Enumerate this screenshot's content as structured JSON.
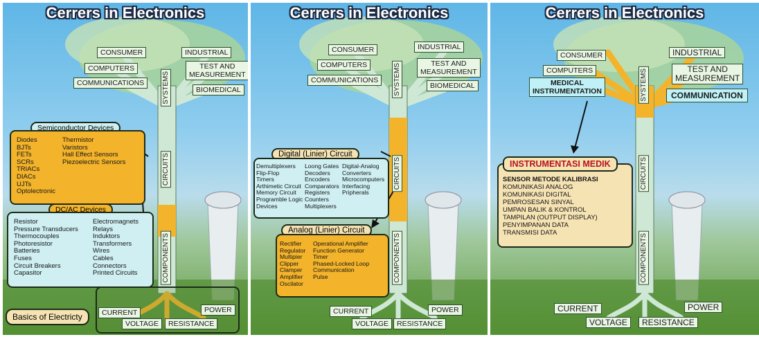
{
  "panels": [
    {
      "title": "Cerrers in Electronics",
      "tree": {
        "consumer": "CONSUMER",
        "computers": "COMPUTERS",
        "communications": "COMMUNICATIONS",
        "industrial": "INDUSTRIAL",
        "test_measurement_1": "TEST AND",
        "test_measurement_2": "MEASUREMENT",
        "biomedical": "BIOMEDICAL",
        "systems": "SYSTEMS",
        "circuits": "CIRCUITS",
        "components": "COMPONENTS",
        "current": "CURRENT",
        "power": "POWER",
        "voltage": "VOLTAGE",
        "resistance": "RESISTANCE"
      },
      "semiconductor": {
        "header": "Semiconductor Devices",
        "col1": [
          "Diodes",
          "BJTs",
          "FETs",
          "SCRs",
          "TRIACs",
          "DIACs",
          "UJTs",
          "Optolectronic"
        ],
        "col2": [
          "Thermistor",
          "Varistors",
          "Hall Effect Sensors",
          "Piezoelectric Sensors"
        ]
      },
      "dcac": {
        "header": "DC/AC Devices",
        "col1": [
          "Resistor",
          "Pressure Transducers",
          "Thermocouples",
          "Photoresistor",
          "Batteries",
          "Fuses",
          "Circuit Breakers",
          "Capasitor"
        ],
        "col2": [
          "Electromagnets",
          "Relays",
          "Induktors",
          "Transformers",
          "Wires",
          "Cables",
          "Connectors",
          "Printed Circuits"
        ]
      },
      "basics": "Basics of Electricty"
    },
    {
      "title": "Cerrers in Electronics",
      "tree": {
        "consumer": "CONSUMER",
        "computers": "COMPUTERS",
        "communications": "COMMUNICATIONS",
        "industrial": "INDUSTRIAL",
        "test_measurement_1": "TEST AND",
        "test_measurement_2": "MEASUREMENT",
        "biomedical": "BIOMEDICAL",
        "systems": "SYSTEMS",
        "circuits": "CIRCUITS",
        "components": "COMPONENTS",
        "current": "CURRENT",
        "power": "POWER",
        "voltage": "VOLTAGE",
        "resistance": "RESISTANCE"
      },
      "digital": {
        "header": "Digital (Linier) Circuit",
        "col1": [
          "Demultiplexers",
          "Flip-Flop",
          "Timers",
          "Arthimetic Circuit",
          "Memory Circuit",
          "Programble Logic",
          "Devices"
        ],
        "col2": [
          "Loong Gates",
          "Decoders",
          "Encoders",
          "Comparators",
          "Registers",
          "Counters",
          "Multiplexers"
        ],
        "col3": [
          "Digital-Analog",
          "Converters",
          "Microcomputers",
          "Interfacing",
          "Pripherals"
        ]
      },
      "analog": {
        "header": "Analog (Linier) Circuit",
        "col1": [
          "Rectifier",
          "Regulator",
          "Multipier",
          "Clipper",
          "Clamper",
          "Amplifier",
          "Oscilator"
        ],
        "col2": [
          "Operational Amplifier",
          "Function Generator",
          "Timer",
          "Phased-Locked Loop",
          "Communication",
          "Pulse"
        ]
      }
    },
    {
      "title": "Cerrers in Electronics",
      "tree": {
        "consumer": "CONSUMER",
        "computers": "COMPUTERS",
        "medical_1": "MEDICAL",
        "medical_2": "INSTRUMENTATION",
        "industrial": "INDUSTRIAL",
        "test_measurement_1": "TEST AND",
        "test_measurement_2": "MEASUREMENT",
        "communication": "COMMUNICATION",
        "systems": "SYSTEMS",
        "circuits": "CIRCUITS",
        "components": "COMPONENTS",
        "current": "CURRENT",
        "power": "POWER",
        "voltage": "VOLTAGE",
        "resistance": "RESISTANCE"
      },
      "instrumentasi": {
        "header": "INSTRUMENTASI MEDIK",
        "items": [
          "SENSOR METODE KALIBRASI",
          "KOMUNIKASI ANALOG",
          "KOMUNIKASI DIGITAL",
          "PEMROSESAN SINYAL",
          "UMPAN BALIK & KONTROL",
          "TAMPILAN (OUTPUT DISPLAY)",
          "PENYIMPANAN DATA",
          "TRANSMISI DATA"
        ]
      }
    }
  ],
  "colors": {
    "highlight": "#f3b32b",
    "trunk": "#cfe8d6",
    "box_cyan": "#cfeff2",
    "box_cream": "#f6e3b4",
    "header_red": "#b5121b"
  }
}
